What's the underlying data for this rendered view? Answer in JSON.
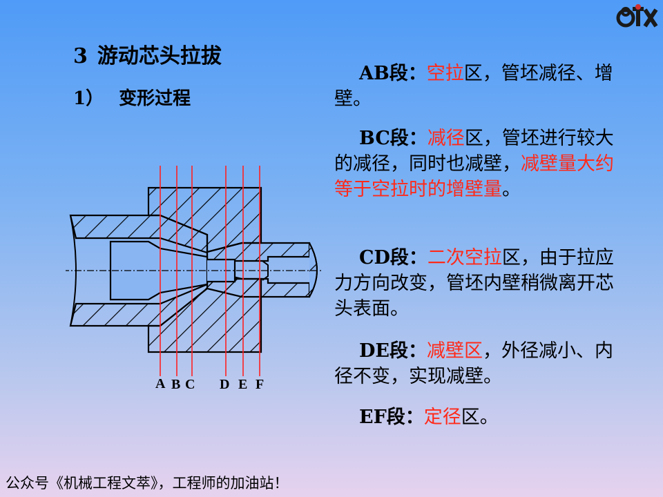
{
  "title": {
    "number": "3",
    "text": "游动芯头拉拔"
  },
  "subtitle": {
    "number": "1）",
    "text": "变形过程"
  },
  "diagram": {
    "section_labels": [
      "A",
      "B",
      "C",
      "D",
      "E",
      "F"
    ]
  },
  "paragraphs": [
    {
      "segment": "AB段：",
      "highlight": "空拉",
      "rest": "区，管坯减径、增壁。"
    },
    {
      "segment": "BC段：",
      "highlight": "减径",
      "rest": "区，管坯进行较大的减径，同时也减壁，",
      "highlight2": "减壁量大约等于空拉时的增壁量",
      "rest2": "。"
    },
    {
      "segment": "CD段：",
      "highlight": "二次空拉",
      "rest": "区，由于拉应力方向改变，管坯内壁稍微离开芯头表面。"
    },
    {
      "segment": "DE段：",
      "highlight": "减壁区",
      "rest": "，外径减小、内径不变，实现减壁。"
    },
    {
      "segment": "EF段：",
      "highlight": "定径",
      "rest": "区。"
    }
  ],
  "footer": "公众号《机械工程文萃》，工程师的加油站！",
  "colors": {
    "highlight": "#ff2a1a",
    "section_line": "#ff2020"
  }
}
